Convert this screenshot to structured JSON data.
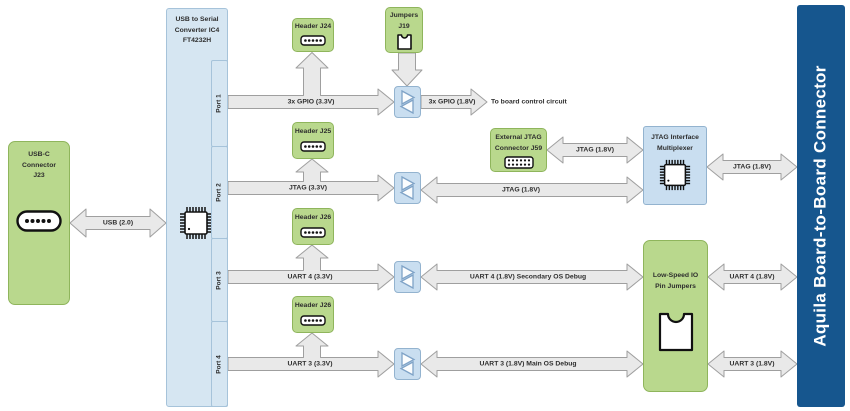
{
  "blocks": {
    "usb_c": {
      "lines": [
        "USB-C",
        "Connector",
        "J23"
      ]
    },
    "converter": {
      "lines": [
        "USB to Serial",
        "Converter IC4",
        "FT4232H"
      ],
      "ports": [
        "Port 1",
        "Port 2",
        "Port 3",
        "Port 4"
      ]
    },
    "header_j24": {
      "label": "Header J24"
    },
    "jumpers_j19": {
      "lines": [
        "Jumpers",
        "J19"
      ]
    },
    "header_j25": {
      "label": "Header J25"
    },
    "header_j26_uart4": {
      "label": "Header J26"
    },
    "header_j26_uart3": {
      "label": "Header J26"
    },
    "external_jtag": {
      "lines": [
        "External JTAG",
        "Connector J59"
      ]
    },
    "jtag_mux": {
      "lines": [
        "JTAG Interface",
        "Multiplexer"
      ]
    },
    "low_speed_io": {
      "lines": [
        "Low-Speed IO",
        "Pin Jumpers"
      ]
    },
    "aquila": {
      "label": "Aquila Board-to-Board Connector"
    }
  },
  "arrows": {
    "usb": "USB (2.0)",
    "gpio_3v3": "3x GPIO (3.3V)",
    "gpio_1v8": "3x GPIO (1.8V)",
    "board_control": "To board control circuit",
    "jtag_3v3": "JTAG (3.3V)",
    "jtag_1v8_mid": "JTAG (1.8V)",
    "jtag_1v8_ext": "JTAG (1.8V)",
    "jtag_1v8_b2b": "JTAG (1.8V)",
    "uart4_3v3": "UART 4 (3.3V)",
    "uart4_1v8_mid": "UART 4 (1.8V) Secondary OS Debug",
    "uart4_1v8_b2b": "UART 4 (1.8V)",
    "uart3_3v3": "UART 3 (3.3V)",
    "uart3_1v8_mid": "UART 3 (1.8V) Main OS Debug",
    "uart3_1v8_b2b": "UART 3 (1.8V)"
  },
  "colors": {
    "green_fill": "#b9d88d",
    "green_border": "#8fb55c",
    "blue_fill": "#d6e6f2",
    "blue_border": "#a6c3da",
    "shifter_fill": "#c9def0",
    "shifter_border": "#93b3cf",
    "arrow_fill": "#e9e9e9",
    "arrow_border": "#9f9f9f",
    "connector_bar_fill": "#16568e"
  }
}
